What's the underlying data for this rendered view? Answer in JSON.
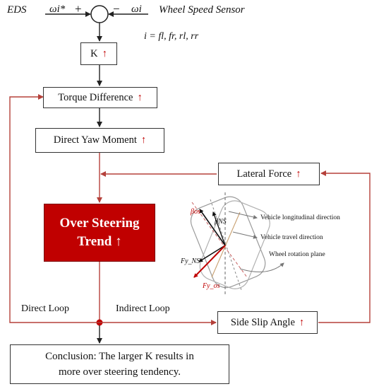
{
  "top": {
    "eds": "EDS",
    "omega_star": "ωi*",
    "plus": "+",
    "minus": "−",
    "omega": "ωi",
    "wheel_speed_sensor": "Wheel Speed Sensor",
    "index_eq": "i = fl, fr, rl, rr"
  },
  "boxes": {
    "k": "K",
    "torque_difference": "Torque Difference",
    "direct_yaw_moment": "Direct Yaw Moment",
    "lateral_force": "Lateral Force",
    "side_slip_angle": "Side Slip Angle",
    "up_arrow": "↑"
  },
  "emphasis": {
    "line1": "Over Steering",
    "line2": "Trend ↑"
  },
  "loops": {
    "direct": "Direct Loop",
    "indirect": "Indirect Loop"
  },
  "tire_figure": {
    "beta_os": "βos",
    "beta_ns": "βNS",
    "fy_ns": "Fy_NS",
    "fy_os": "Fy_os",
    "longitudinal": "Vehicle longitudinal direction",
    "travel": "Vehicle travel direction",
    "rotation_plane": "Wheel rotation plane"
  },
  "conclusion": {
    "line1": "Conclusion: The larger K results in",
    "line2": "more over steering tendency."
  },
  "colors": {
    "loop_line": "#b5403a",
    "accent": "#c00000"
  }
}
